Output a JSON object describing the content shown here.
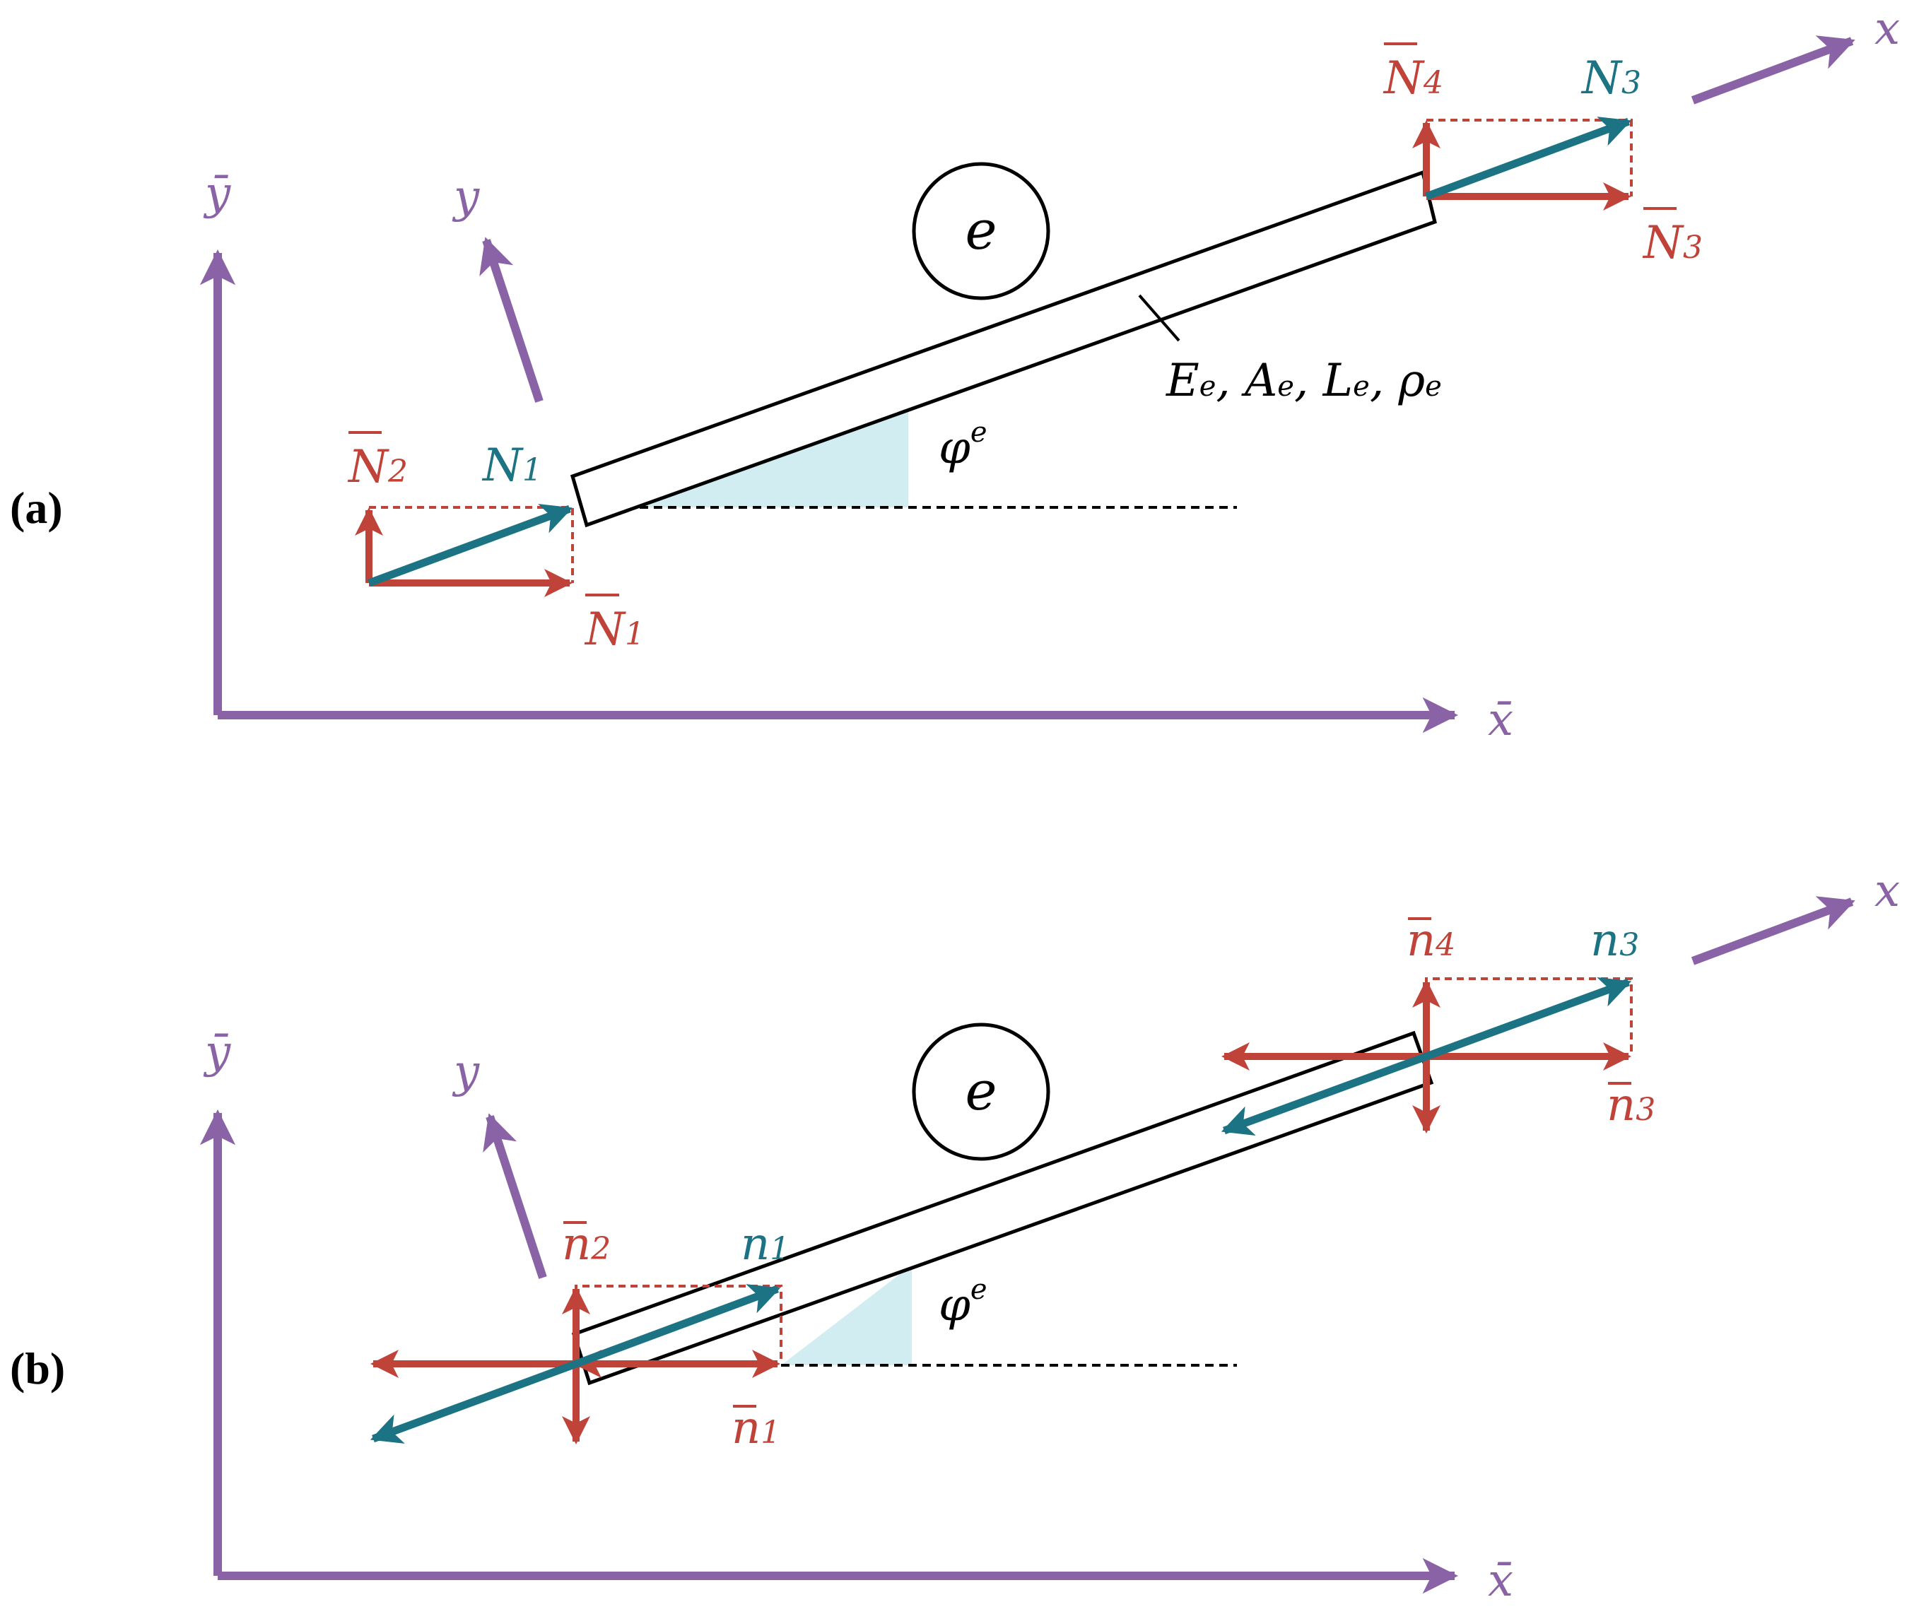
{
  "colors": {
    "axis": "#8a63a6",
    "red": "#c0433a",
    "teal": "#1b7384",
    "shade": "#bfe6ec"
  },
  "panel_a": {
    "tag": "(a)",
    "axis_xbar": "x̄",
    "axis_ybar": "ȳ",
    "axis_x": "x",
    "axis_y": "y",
    "element": "e",
    "angle": "φ",
    "angle_sup": "e",
    "N1": "N",
    "N1_sub": "1",
    "N3": "N",
    "N3_sub": "3",
    "Nb1": "N",
    "Nb1_sub": "1",
    "Nb2": "N",
    "Nb2_sub": "2",
    "Nb3": "N",
    "Nb3_sub": "3",
    "Nb4": "N",
    "Nb4_sub": "4",
    "props": [
      {
        "sym": "E",
        "sub": "e"
      },
      {
        "sym": "A",
        "sub": "e"
      },
      {
        "sym": "L",
        "sub": "e"
      },
      {
        "sym": "ρ",
        "sub": "e"
      }
    ]
  },
  "panel_b": {
    "tag": "(b)",
    "axis_xbar": "x̄",
    "axis_ybar": "ȳ",
    "axis_x": "x",
    "axis_y": "y",
    "element": "e",
    "angle": "φ",
    "angle_sup": "e",
    "n1": "n",
    "n1_sub": "1",
    "n3": "n",
    "n3_sub": "3",
    "nb1": "n",
    "nb1_sub": "1",
    "nb2": "n",
    "nb2_sub": "2",
    "nb3": "n",
    "nb3_sub": "3",
    "nb4": "n",
    "nb4_sub": "4"
  }
}
